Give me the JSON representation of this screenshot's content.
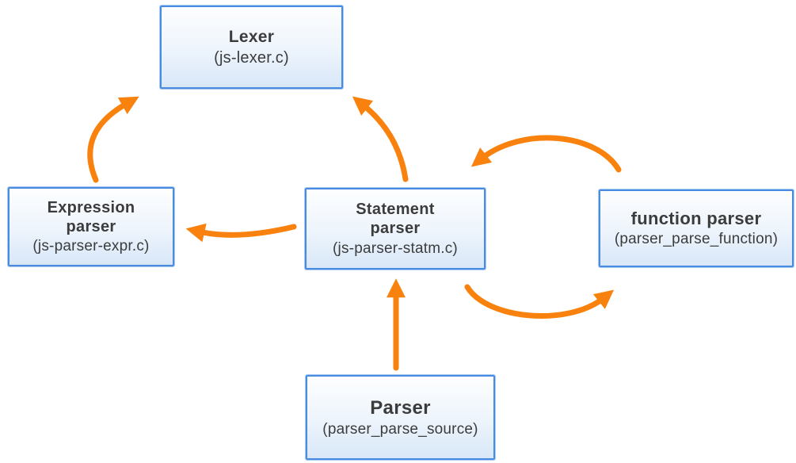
{
  "colors": {
    "arrow": "#F8820D",
    "box-border": "#4A8BE2",
    "box-border-light": "#A6C9F2",
    "box-fill-top": "#FDFEFF",
    "box-fill-bottom": "#D8E7F8",
    "text": "#3C3C3C",
    "background": "#FFFFFF"
  },
  "diagram": {
    "nodes": [
      {
        "id": "lexer",
        "title": "Lexer",
        "subtitle": "(js-lexer.c)"
      },
      {
        "id": "expression-parser",
        "title": "Expression\nparser",
        "subtitle": "(js-parser-expr.c)"
      },
      {
        "id": "statement-parser",
        "title": "Statement\nparser",
        "subtitle": "(js-parser-statm.c)"
      },
      {
        "id": "function-parser",
        "title": "function parser",
        "subtitle": "(parser_parse_function)"
      },
      {
        "id": "parser",
        "title": "Parser",
        "subtitle": "(parser_parse_source)"
      }
    ],
    "edges": [
      {
        "from": "expression-parser",
        "to": "lexer",
        "shape": "curve-up-right"
      },
      {
        "from": "statement-parser",
        "to": "lexer",
        "shape": "curve-up-left"
      },
      {
        "from": "statement-parser",
        "to": "expression-parser",
        "shape": "curve-left"
      },
      {
        "from": "function-parser",
        "to": "statement-parser",
        "shape": "arc-over"
      },
      {
        "from": "statement-parser",
        "to": "function-parser",
        "shape": "arc-under"
      },
      {
        "from": "parser",
        "to": "statement-parser",
        "shape": "straight-up"
      }
    ]
  }
}
